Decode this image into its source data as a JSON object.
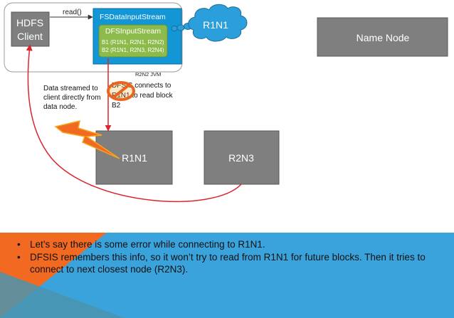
{
  "colors": {
    "gray_box": "#7f7f7f",
    "gray_box_border": "#595959",
    "blue_box": "#1296d6",
    "green_box": "#8dbb4b",
    "cloud": "#2a9fdc",
    "red_line": "#d9262c",
    "band_blue": "#3ba3dc",
    "band_orange": "#f26a22",
    "band_teal": "#4a94ae"
  },
  "client": {
    "line1": "HDFS",
    "line2": "Client"
  },
  "read_label": "read()",
  "fsdis": {
    "title": "FSDataInputStream",
    "inner_title": "DFSInputStream",
    "b1": "B1 (R1N1, R2N1, R2N2)",
    "b2": "B2 (R1N1, R2N3, R2N4)"
  },
  "cloud_label": "R1N1",
  "name_node": "Name Node",
  "r2n1_jvm": "R2N2 JVM",
  "connect_text": {
    "l1": "DFSIS connects to",
    "l2": "R1N1 to read block",
    "l3": "B2"
  },
  "stream_text": {
    "l1": "Data streamed to",
    "l2": "client directly from",
    "l3": "data node."
  },
  "nodes": {
    "left": "R1N1",
    "right": "R2N3"
  },
  "bullets": [
    "Let’s say there is some error while connecting to R1N1.",
    "DFSIS remembers this info, so it won’t try to read from R1N1 for future blocks. Then it tries to connect to next closest node (R2N3)."
  ],
  "bullet_glyph": "•"
}
